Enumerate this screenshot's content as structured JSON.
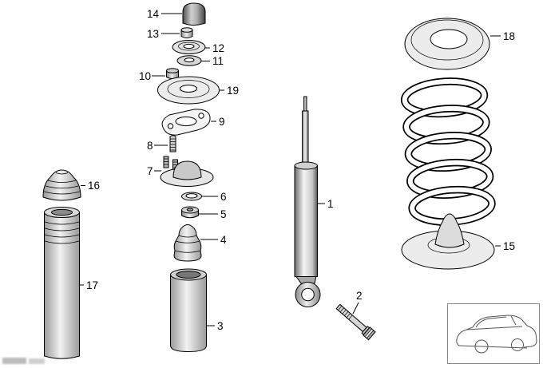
{
  "page": {
    "background": "#ffffff",
    "line_color": "#000000"
  },
  "diagram": {
    "type": "exploded-parts-diagram",
    "subject": "rear-shock-absorber-and-coil-spring",
    "callouts": [
      {
        "part": "top-cap",
        "label": "14"
      },
      {
        "part": "nut",
        "label": "13"
      },
      {
        "part": "guide-disc",
        "label": "12"
      },
      {
        "part": "washer",
        "label": "11"
      },
      {
        "part": "small-nut",
        "label": "10"
      },
      {
        "part": "reinforcement-plate",
        "label": "19"
      },
      {
        "part": "gasket-plate",
        "label": "9"
      },
      {
        "part": "stud",
        "label": "8"
      },
      {
        "part": "strut-support-mount",
        "label": "7"
      },
      {
        "part": "snap-ring",
        "label": "6"
      },
      {
        "part": "cup-washer",
        "label": "5"
      },
      {
        "part": "bump-stop",
        "label": "4"
      },
      {
        "part": "dust-boot-tube",
        "label": "3"
      },
      {
        "part": "rubber-buffer",
        "label": "16"
      },
      {
        "part": "protective-tube",
        "label": "17"
      },
      {
        "part": "shock-absorber",
        "label": "1"
      },
      {
        "part": "mounting-bolt",
        "label": "2"
      },
      {
        "part": "upper-spring-pad",
        "label": "18"
      },
      {
        "part": "lower-spring-pad",
        "label": "15"
      }
    ]
  }
}
